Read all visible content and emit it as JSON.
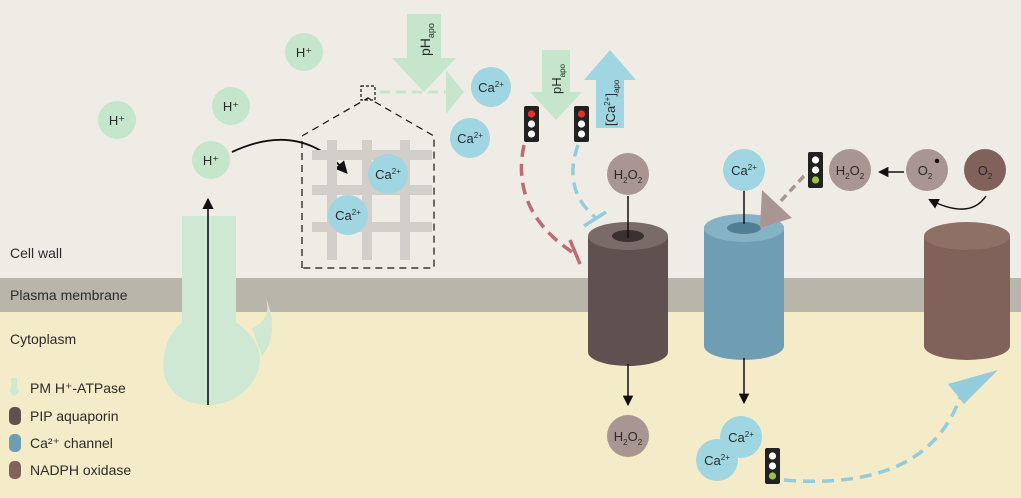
{
  "regions": {
    "cell_wall": "Cell wall",
    "plasma_membrane": "Plasma membrane",
    "cytoplasm": "Cytoplasm"
  },
  "legend": [
    {
      "label": "PM H⁺-ATPase",
      "color": "#cfe8d4"
    },
    {
      "label": "PIP aquaporin",
      "color": "#5f514f"
    },
    {
      "label": "Ca²⁺ channel",
      "color": "#6e9db4"
    },
    {
      "label": "NADPH oxidase",
      "color": "#80625a"
    }
  ],
  "ions": {
    "h_plus": "H⁺",
    "ca_base": "Ca",
    "ca_sup": "2+",
    "h2o2_h": "H",
    "h2o2_sub": "2",
    "h2o2_o": "O",
    "o2_o": "O",
    "o2_sub": "2"
  },
  "arrows": {
    "ph_base": "pH",
    "ph_sub": "apo",
    "ca_bracket_open": "[Ca",
    "ca_bracket_sup": "2+",
    "ca_bracket_close": "]",
    "ca_bracket_sub": "apo"
  },
  "colors": {
    "background": "#efece6",
    "membrane": "#b9b5aa",
    "cytoplasm": "#f4ebc8",
    "atpase": "#cfe8d4",
    "h_ion": "#c5e6cb",
    "ca_ion": "#9fd6e1",
    "h2o2_ion": "#a99591",
    "aquaporin": "#5f514f",
    "ca_channel": "#6e9db4",
    "nadph": "#80625a",
    "inhibit_red": "#bb6d73",
    "dash_blue": "#93cddc",
    "wall_mesh": "#d2cfca"
  }
}
